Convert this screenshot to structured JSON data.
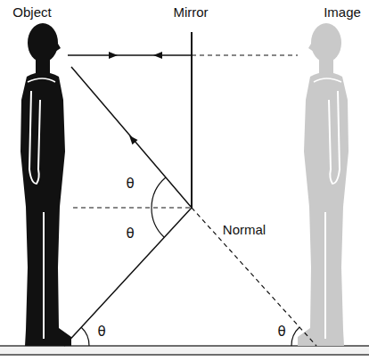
{
  "diagram": {
    "labels": [
      "Object",
      "Mirror",
      "Image",
      "θ",
      "θ",
      "Normal",
      "θ",
      "θ"
    ]
  }
}
